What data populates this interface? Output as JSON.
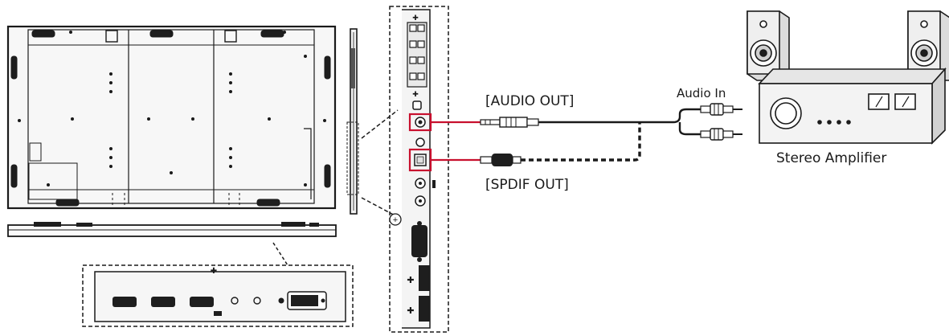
{
  "labels": {
    "audio_out": "[AUDIO OUT]",
    "spdif_out": "[SPDIF OUT]",
    "audio_in": "Audio In",
    "amplifier": "Stereo Amplifier"
  },
  "colors": {
    "highlight": "#c8102e",
    "outline": "#1a1a1a",
    "panel_fill": "#f4f4f4",
    "port_dark": "#1e1e1e"
  },
  "icons": {
    "display_rear": "display-rear-panel",
    "display_side": "display-side-profile",
    "display_bottom": "display-bottom-profile",
    "ports_callout": "bottom-ports-callout",
    "io_panel": "side-io-panel",
    "speaker": "speaker-icon",
    "amplifier": "amplifier-icon",
    "plug": "audio-plug-icon"
  }
}
